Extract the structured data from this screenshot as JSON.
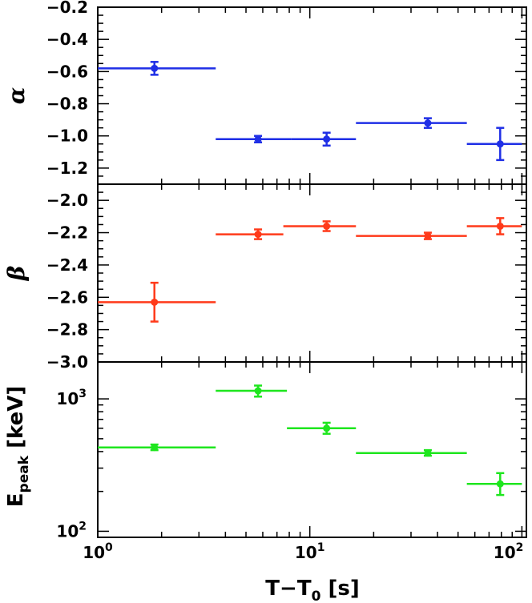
{
  "chart_data": {
    "type": "scatter",
    "x_axis": {
      "label": "T−T",
      "label_sub": "0",
      "label_unit": "[s]",
      "scale": "log",
      "xlim": [
        1,
        105
      ],
      "major_ticks": [
        1,
        10,
        100
      ],
      "tick_labels": [
        {
          "base": "10",
          "exp": "0"
        },
        {
          "base": "10",
          "exp": "1"
        },
        {
          "base": "10",
          "exp": "2"
        }
      ]
    },
    "panels": [
      {
        "name": "alpha",
        "ylabel": "α",
        "scale": "linear",
        "ylim": [
          -1.3,
          -0.2
        ],
        "ticks": [
          -1.2,
          -1.0,
          -0.8,
          -0.6,
          -0.4,
          -0.2
        ],
        "tick_labels": [
          "−1.2",
          "−1.0",
          "−0.8",
          "−0.6",
          "−0.4",
          "−0.2"
        ],
        "minor_step": 0.05,
        "color": "#1f2fe6",
        "points": [
          {
            "x": 1.85,
            "xlo": 1.0,
            "xhi": 3.6,
            "y": -0.58,
            "ylo": -0.62,
            "yhi": -0.54
          },
          {
            "x": 5.7,
            "xlo": 3.6,
            "xhi": 8.2,
            "y": -1.02,
            "ylo": -1.04,
            "yhi": -1.0
          },
          {
            "x": 12.0,
            "xlo": 8.2,
            "xhi": 16.5,
            "y": -1.02,
            "ylo": -1.06,
            "yhi": -0.98
          },
          {
            "x": 36.0,
            "xlo": 16.5,
            "xhi": 55.0,
            "y": -0.92,
            "ylo": -0.95,
            "yhi": -0.89
          },
          {
            "x": 79.0,
            "xlo": 55.0,
            "xhi": 100.0,
            "y": -1.05,
            "ylo": -1.15,
            "yhi": -0.95
          }
        ]
      },
      {
        "name": "beta",
        "ylabel": "β",
        "scale": "linear",
        "ylim": [
          -3.0,
          -1.9
        ],
        "ticks": [
          -3.0,
          -2.8,
          -2.6,
          -2.4,
          -2.2,
          -2.0
        ],
        "tick_labels": [
          "−3.0",
          "−2.8",
          "−2.6",
          "−2.4",
          "−2.2",
          "−2.0"
        ],
        "minor_step": 0.05,
        "color": "#ff3a1a",
        "points": [
          {
            "x": 1.85,
            "xlo": 1.0,
            "xhi": 3.6,
            "y": -2.63,
            "ylo": -2.75,
            "yhi": -2.51
          },
          {
            "x": 5.7,
            "xlo": 3.6,
            "xhi": 7.5,
            "y": -2.21,
            "ylo": -2.24,
            "yhi": -2.18
          },
          {
            "x": 12.0,
            "xlo": 7.5,
            "xhi": 16.5,
            "y": -2.16,
            "ylo": -2.19,
            "yhi": -2.13
          },
          {
            "x": 36.0,
            "xlo": 16.5,
            "xhi": 55.0,
            "y": -2.22,
            "ylo": -2.24,
            "yhi": -2.2
          },
          {
            "x": 79.0,
            "xlo": 55.0,
            "xhi": 100.0,
            "y": -2.16,
            "ylo": -2.21,
            "yhi": -2.11
          }
        ]
      },
      {
        "name": "epeak",
        "ylabel": "E",
        "ylabel_sub": "peak",
        "ylabel_unit": "[keV]",
        "scale": "log",
        "ylim": [
          90,
          1900
        ],
        "major_ticks": [
          100,
          1000
        ],
        "tick_labels": [
          {
            "base": "10",
            "exp": "2"
          },
          {
            "base": "10",
            "exp": "3"
          }
        ],
        "color": "#1ee61e",
        "points": [
          {
            "x": 1.85,
            "xlo": 1.0,
            "xhi": 3.6,
            "y": 430,
            "ylo": 410,
            "yhi": 452
          },
          {
            "x": 5.7,
            "xlo": 3.6,
            "xhi": 7.8,
            "y": 1150,
            "ylo": 1040,
            "yhi": 1260
          },
          {
            "x": 12.0,
            "xlo": 7.8,
            "xhi": 16.5,
            "y": 600,
            "ylo": 545,
            "yhi": 660
          },
          {
            "x": 36.0,
            "xlo": 16.5,
            "xhi": 55.0,
            "y": 390,
            "ylo": 372,
            "yhi": 410
          },
          {
            "x": 79.0,
            "xlo": 55.0,
            "xhi": 100.0,
            "y": 228,
            "ylo": 188,
            "yhi": 275
          }
        ]
      }
    ]
  }
}
